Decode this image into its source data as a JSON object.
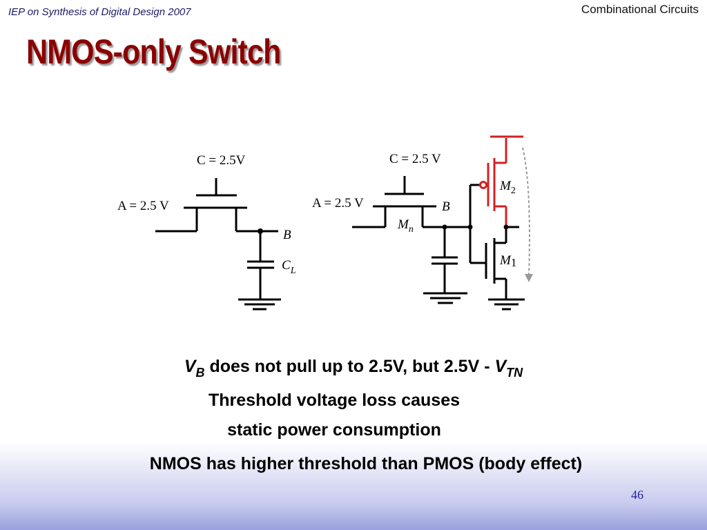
{
  "header": {
    "left": "IEP on Synthesis of Digital Design 2007",
    "right": "Combinational Circuits"
  },
  "title": "NMOS-only Switch",
  "diagram": {
    "left_circuit": {
      "gate_label": "C = 2.5V",
      "input_label": "A = 2.5 V",
      "output_label": "B",
      "cap_label": "C",
      "cap_sub": "L"
    },
    "right_circuit": {
      "gate_label": "C = 2.5 V",
      "input_label": "A = 2.5 V",
      "output_label": "B",
      "switch_label": "M",
      "switch_sub": "n",
      "pmos_label": "M",
      "pmos_sub": "2",
      "nmos_label": "M",
      "nmos_sub": "1"
    }
  },
  "body": {
    "vb_symbol": "V",
    "vb_sub": "B",
    "line1_text": " does not pull up to 2.5V, but 2.5V - ",
    "vtn_symbol": "V",
    "vtn_sub": "TN",
    "line2": "Threshold voltage loss causes",
    "line3": "static power consumption",
    "line4": "NMOS has higher threshold than PMOS (body effect)"
  },
  "page_number": "46",
  "colors": {
    "title": "#8b0000",
    "pmos_highlight": "#d42020",
    "header_left": "#1a1a66",
    "page_number": "#1f1f99"
  }
}
